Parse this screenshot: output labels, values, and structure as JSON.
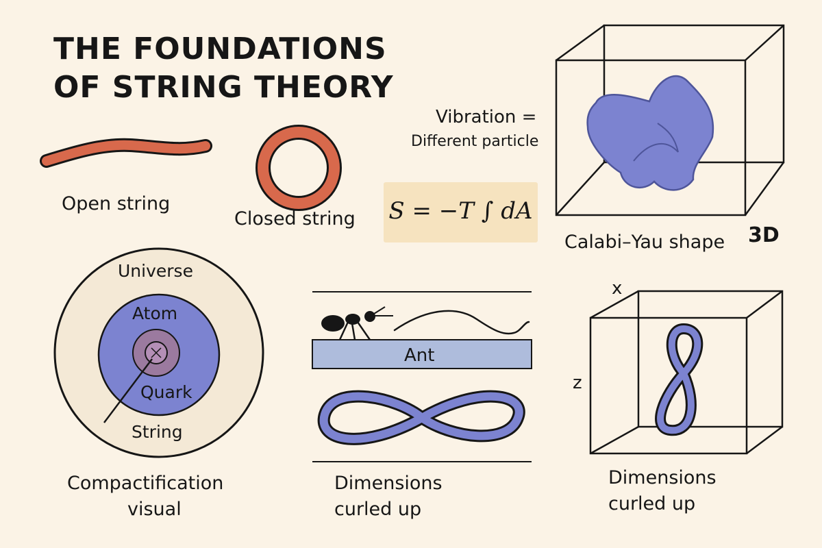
{
  "title": {
    "line1": "THE FOUNDATIONS",
    "line2": "OF STRING THEORY"
  },
  "strings": {
    "open_label": "Open string",
    "closed_label": "Closed string"
  },
  "vibration": {
    "line1": "Vibration =",
    "line2": "Different particle"
  },
  "equation": "S = −T ∫ dA",
  "calabi_yau": {
    "label": "Calabi–Yau shape",
    "tag": "3D"
  },
  "compactification": {
    "ring_labels": {
      "universe": "Universe",
      "atom": "Atom",
      "quark": "Quark",
      "string": "String"
    },
    "caption_line1": "Compactification",
    "caption_line2": "visual"
  },
  "ant_panel": {
    "band_label": "Ant",
    "caption_line1": "Dimensions",
    "caption_line2": "curled up"
  },
  "cube_panel": {
    "axis_x": "x",
    "axis_z": "z",
    "caption_line1": "Dimensions",
    "caption_line2": "curled up"
  },
  "colors": {
    "background": "#fbf3e6",
    "string_orange": "#d8694c",
    "loop_blue": "#7c83d0",
    "band_blue": "#aebcdc",
    "equation_bg": "#f6e3bf",
    "quark_purple": "#9b7a9f",
    "ink": "#161616"
  },
  "icons": {
    "ant": "ant-icon"
  }
}
